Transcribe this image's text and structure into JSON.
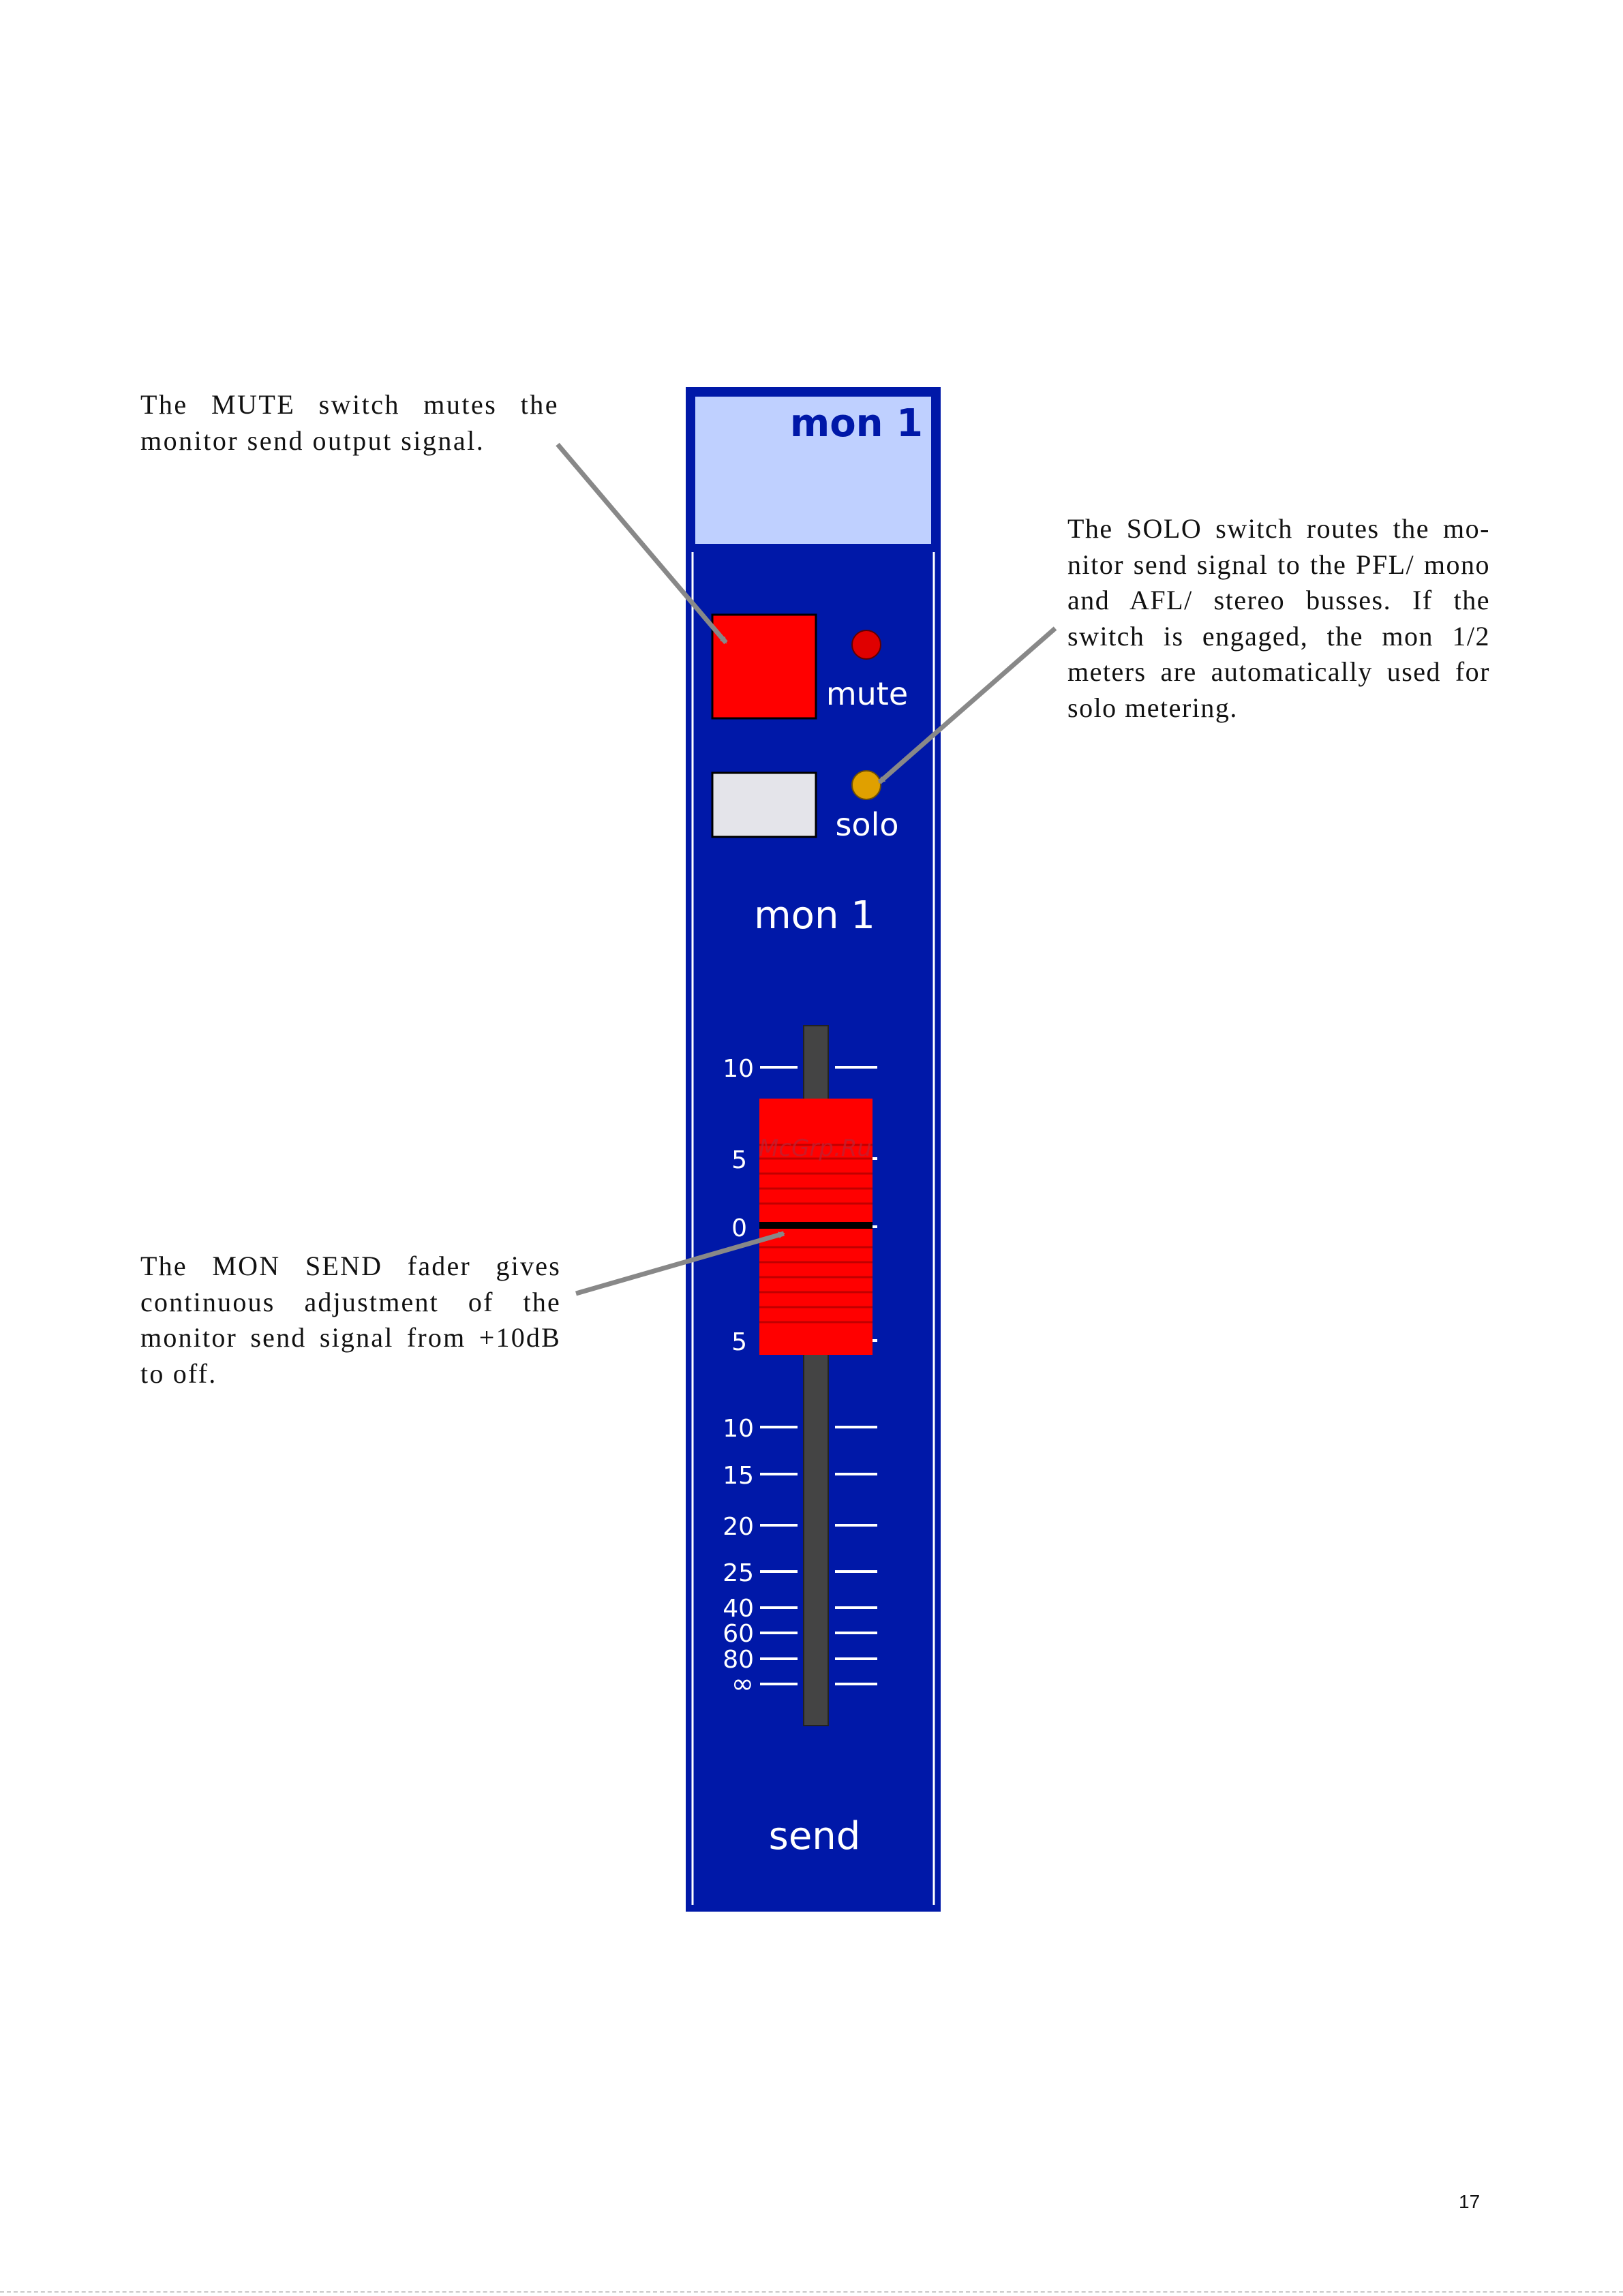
{
  "strip": {
    "header_label": "mon 1",
    "mute_label": "mute",
    "solo_label": "solo",
    "channel_label": "mon 1",
    "send_label": "send",
    "watermark": "McGrp.Ru",
    "scale_marks": [
      "10",
      "5",
      "0",
      "5",
      "10",
      "15",
      "20",
      "25",
      "40",
      "60",
      "80",
      "∞"
    ]
  },
  "fader": {
    "position_value": "0"
  },
  "callouts": {
    "mute": "The MUTE switch mutes the monitor send output signal.",
    "solo": "The SOLO switch routes the mo-nitor send signal to the PFL/ mono and AFL/ stereo busses. If the switch is engaged, the mon 1/2 meters are automatically used for solo metering.",
    "fader": "The MON SEND fader gives continuous adjustment of the monitor send signal from +10dB to off."
  },
  "page": {
    "number": "17"
  },
  "colors": {
    "strip_blue": "#0018a8",
    "header_light_blue": "#bfd0ff",
    "mute_red": "#ff0000",
    "led_red": "#e00000",
    "led_amber": "#e0a000",
    "solo_button": "#e4e4ea",
    "arrow_gray": "#888888"
  }
}
